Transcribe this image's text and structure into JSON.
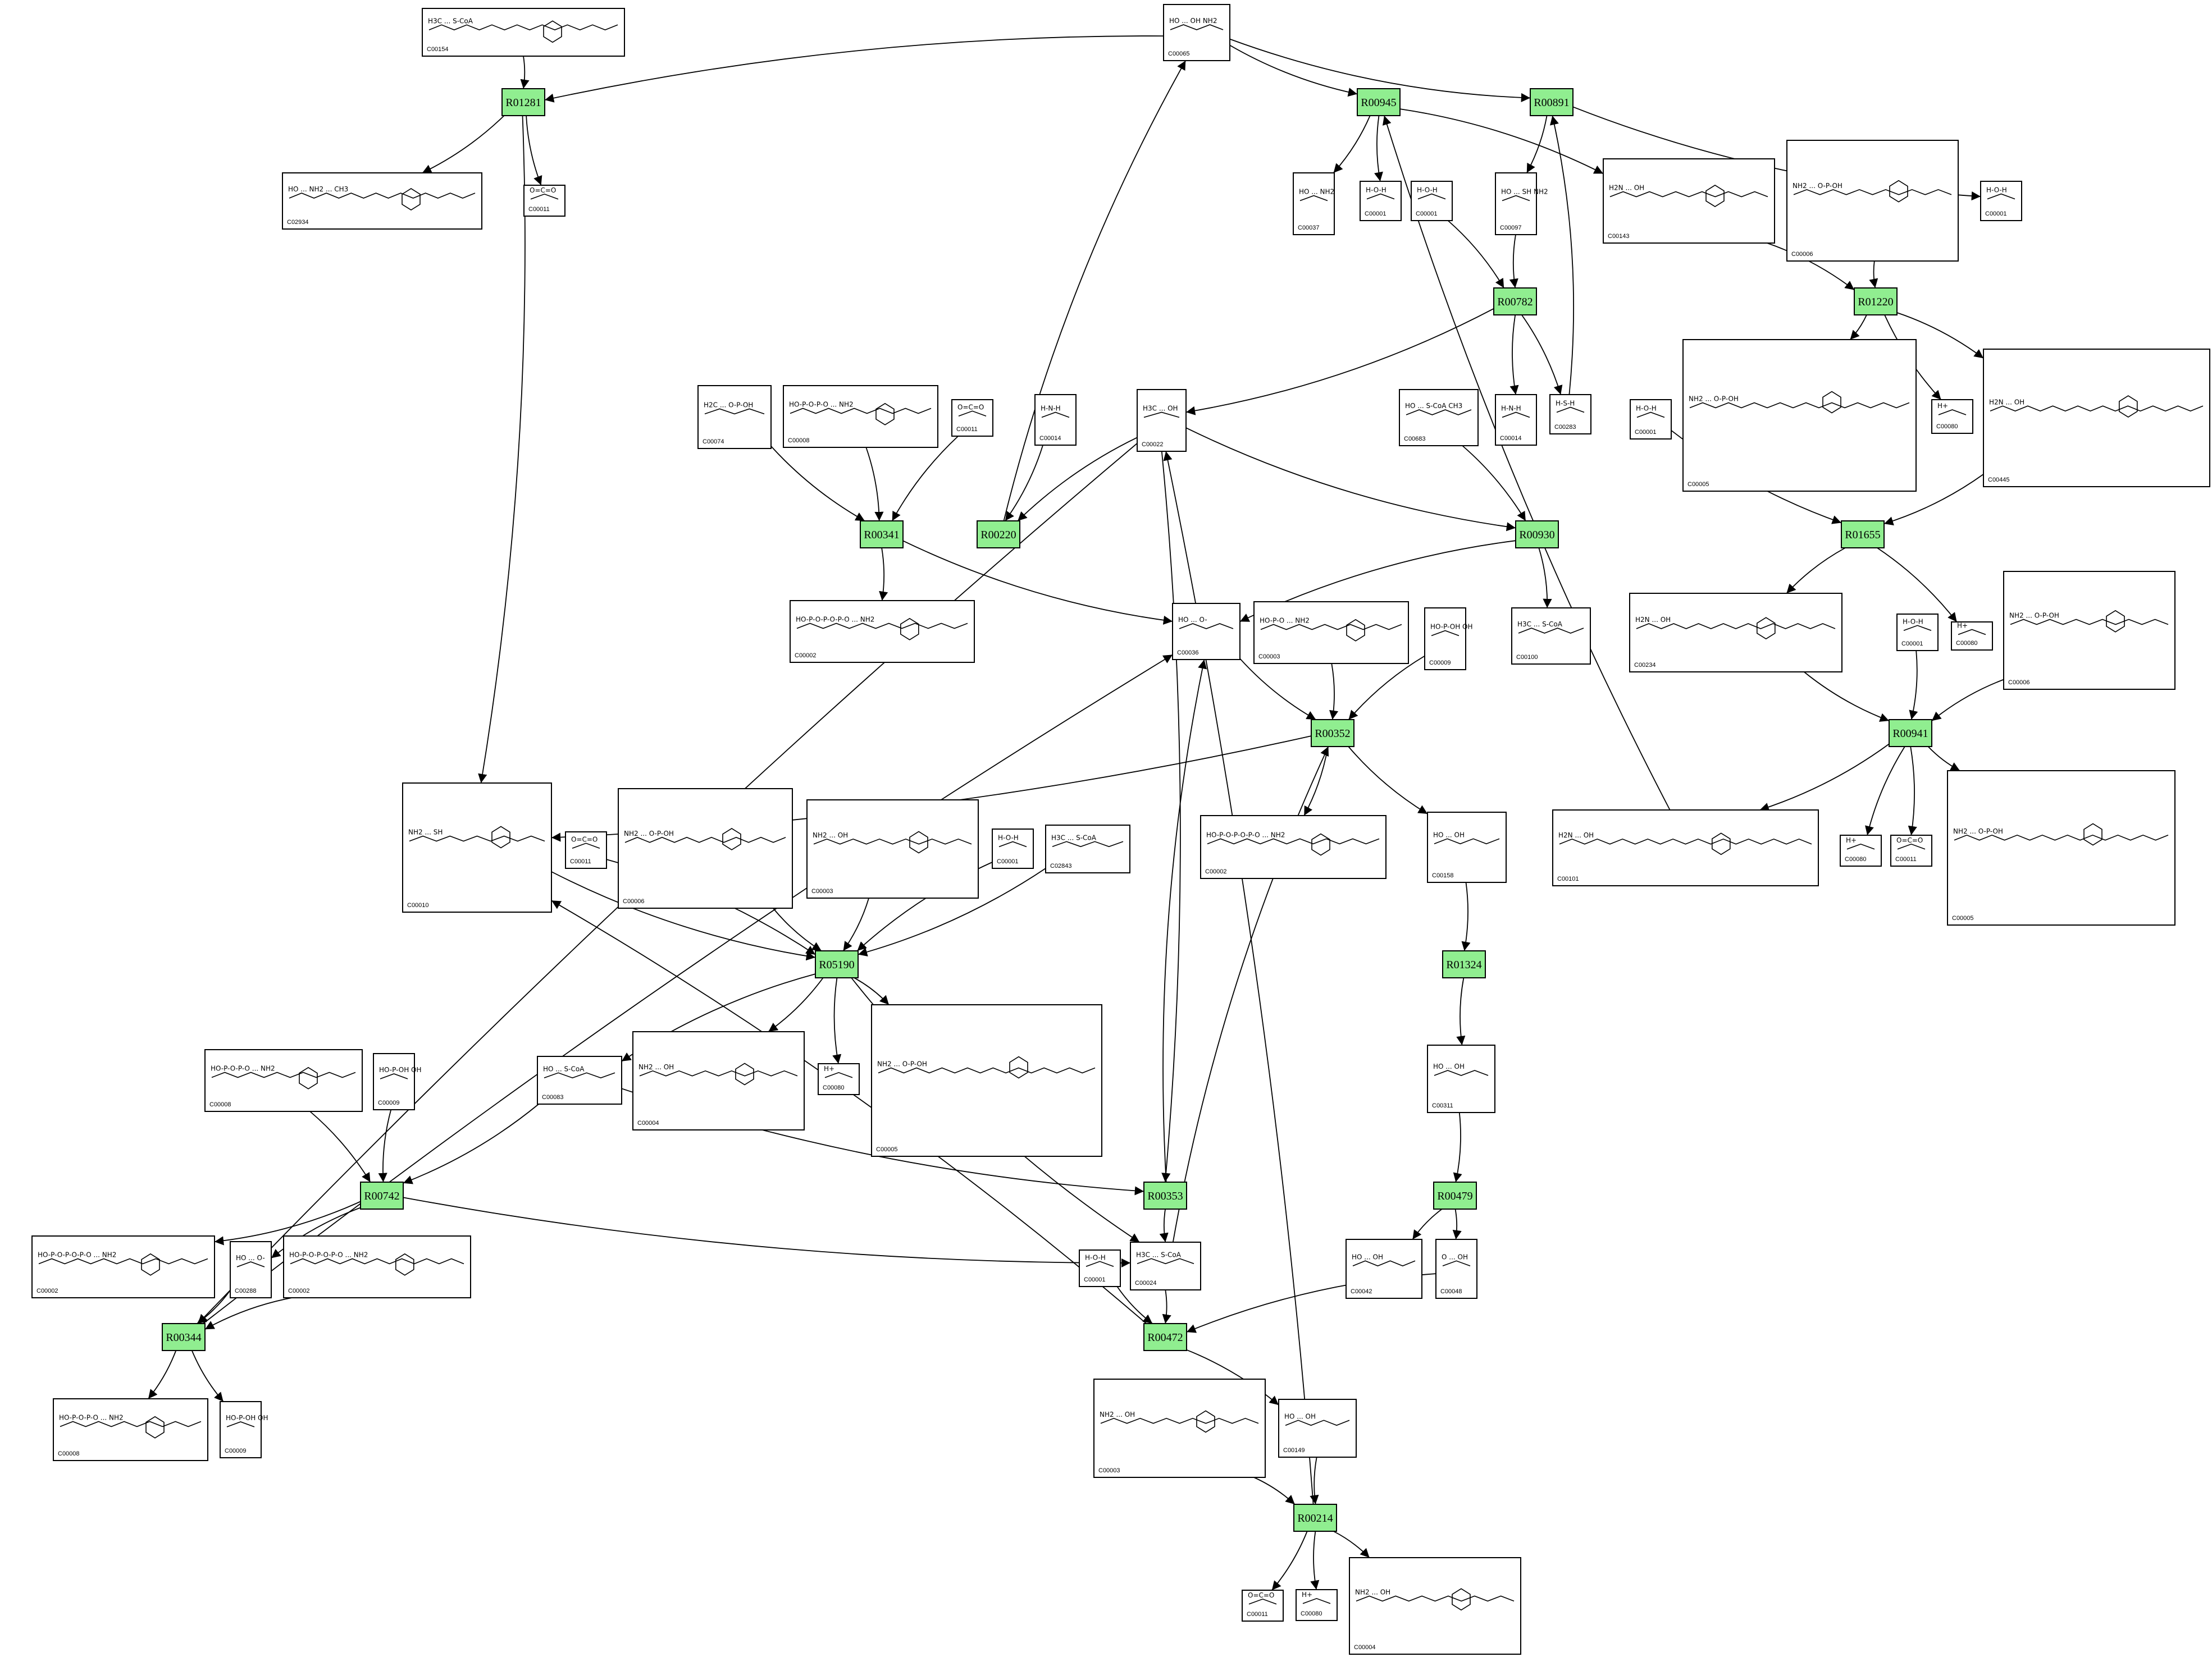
{
  "reactions": [
    {
      "id": "R01281",
      "label": "R01281"
    },
    {
      "id": "R00945",
      "label": "R00945"
    },
    {
      "id": "R00891",
      "label": "R00891"
    },
    {
      "id": "R00782",
      "label": "R00782"
    },
    {
      "id": "R01220",
      "label": "R01220"
    },
    {
      "id": "R00341",
      "label": "R00341"
    },
    {
      "id": "R00220",
      "label": "R00220"
    },
    {
      "id": "R00930",
      "label": "R00930"
    },
    {
      "id": "R01655",
      "label": "R01655"
    },
    {
      "id": "R00352",
      "label": "R00352"
    },
    {
      "id": "R00941",
      "label": "R00941"
    },
    {
      "id": "R05190",
      "label": "R05190"
    },
    {
      "id": "R01324",
      "label": "R01324"
    },
    {
      "id": "R00742",
      "label": "R00742"
    },
    {
      "id": "R00353",
      "label": "R00353"
    },
    {
      "id": "R00479",
      "label": "R00479"
    },
    {
      "id": "R00344",
      "label": "R00344"
    },
    {
      "id": "R00472",
      "label": "R00472"
    },
    {
      "id": "R00214",
      "label": "R00214"
    }
  ],
  "compounds": [
    {
      "key": "c00154",
      "label": "C00154",
      "formula": "H3C ... S-CoA"
    },
    {
      "key": "c00065",
      "label": "C00065",
      "formula": "HO ... OH  NH2"
    },
    {
      "key": "c02934",
      "label": "C02934",
      "formula": "HO ... NH2 ... CH3"
    },
    {
      "key": "c00011_a",
      "label": "C00011",
      "formula": "O=C=O"
    },
    {
      "key": "c00037",
      "label": "C00037",
      "formula": "HO ... NH2"
    },
    {
      "key": "c00001_a",
      "label": "C00001",
      "formula": "H-O-H"
    },
    {
      "key": "c00001_b",
      "label": "C00001",
      "formula": "H-O-H"
    },
    {
      "key": "c00097",
      "label": "C00097",
      "formula": "HO ... SH NH2"
    },
    {
      "key": "c00143",
      "label": "C00143",
      "formula": "H2N ... OH"
    },
    {
      "key": "c00006_a",
      "label": "C00006",
      "formula": "NH2 ... O-P-OH"
    },
    {
      "key": "c00001_c",
      "label": "C00001",
      "formula": "H-O-H"
    },
    {
      "key": "c00074",
      "label": "C00074",
      "formula": "H2C ... O-P-OH"
    },
    {
      "key": "c00008_a",
      "label": "C00008",
      "formula": "HO-P-O-P-O ... NH2"
    },
    {
      "key": "c00011_b",
      "label": "C00011",
      "formula": "O=C=O"
    },
    {
      "key": "c00014_a",
      "label": "C00014",
      "formula": "H-N-H"
    },
    {
      "key": "c00022",
      "label": "C00022",
      "formula": "H3C ... OH"
    },
    {
      "key": "c00683",
      "label": "C00683",
      "formula": "HO ... S-CoA CH3"
    },
    {
      "key": "c00014_b",
      "label": "C00014",
      "formula": "H-N-H"
    },
    {
      "key": "c00283",
      "label": "C00283",
      "formula": "H-S-H"
    },
    {
      "key": "c00005_a",
      "label": "C00005",
      "formula": "NH2 ... O-P-OH"
    },
    {
      "key": "c00080_a",
      "label": "C00080",
      "formula": "H+"
    },
    {
      "key": "c00445",
      "label": "C00445",
      "formula": "H2N ... OH"
    },
    {
      "key": "c00001_d",
      "label": "C00001",
      "formula": "H-O-H"
    },
    {
      "key": "c00002_a",
      "label": "C00002",
      "formula": "HO-P-O-P-O-P-O ... NH2"
    },
    {
      "key": "c00036",
      "label": "C00036",
      "formula": "HO ... O-"
    },
    {
      "key": "c00003_a",
      "label": "C00003",
      "formula": "HO-P-O ... NH2"
    },
    {
      "key": "c00009_a",
      "label": "C00009",
      "formula": "HO-P-OH OH"
    },
    {
      "key": "c00100",
      "label": "C00100",
      "formula": "H3C ... S-CoA"
    },
    {
      "key": "c00234",
      "label": "C00234",
      "formula": "H2N ... OH"
    },
    {
      "key": "c00001_e",
      "label": "C00001",
      "formula": "H-O-H"
    },
    {
      "key": "c00080_b",
      "label": "C00080",
      "formula": "H+"
    },
    {
      "key": "c00006_b",
      "label": "C00006",
      "formula": "NH2 ... O-P-OH"
    },
    {
      "key": "c00010",
      "label": "C00010",
      "formula": "NH2 ... SH"
    },
    {
      "key": "c00011_c",
      "label": "C00011",
      "formula": "O=C=O"
    },
    {
      "key": "c00006_c",
      "label": "C00006",
      "formula": "NH2 ... O-P-OH"
    },
    {
      "key": "c00003_b",
      "label": "C00003",
      "formula": "NH2 ... OH"
    },
    {
      "key": "c00001_f",
      "label": "C00001",
      "formula": "H-O-H"
    },
    {
      "key": "c02843",
      "label": "C02843",
      "formula": "H3C ... S-CoA"
    },
    {
      "key": "c00002_b",
      "label": "C00002",
      "formula": "HO-P-O-P-O-P-O ... NH2"
    },
    {
      "key": "c00158",
      "label": "C00158",
      "formula": "HO ... OH"
    },
    {
      "key": "c00101",
      "label": "C00101",
      "formula": "H2N ... OH"
    },
    {
      "key": "c00080_c",
      "label": "C00080",
      "formula": "H+"
    },
    {
      "key": "c00011_d",
      "label": "C00011",
      "formula": "O=C=O"
    },
    {
      "key": "c00005_b",
      "label": "C00005",
      "formula": "NH2 ... O-P-OH"
    },
    {
      "key": "c00008_b",
      "label": "C00008",
      "formula": "HO-P-O-P-O ... NH2"
    },
    {
      "key": "c00009_b",
      "label": "C00009",
      "formula": "HO-P-OH OH"
    },
    {
      "key": "c00083",
      "label": "C00083",
      "formula": "HO ... S-CoA"
    },
    {
      "key": "c00004_a",
      "label": "C00004",
      "formula": "NH2 ... OH"
    },
    {
      "key": "c00080_d",
      "label": "C00080",
      "formula": "H+"
    },
    {
      "key": "c00005_c",
      "label": "C00005",
      "formula": "NH2 ... O-P-OH"
    },
    {
      "key": "c00311",
      "label": "C00311",
      "formula": "HO ... OH"
    },
    {
      "key": "c00002_c",
      "label": "C00002",
      "formula": "HO-P-O-P-O-P-O ... NH2"
    },
    {
      "key": "c00288",
      "label": "C00288",
      "formula": "HO ... O-"
    },
    {
      "key": "c00002_d",
      "label": "C00002",
      "formula": "HO-P-O-P-O-P-O ... NH2"
    },
    {
      "key": "c00001_g",
      "label": "C00001",
      "formula": "H-O-H"
    },
    {
      "key": "c00024",
      "label": "C00024",
      "formula": "H3C ... S-CoA"
    },
    {
      "key": "c00042",
      "label": "C00042",
      "formula": "HO ... OH"
    },
    {
      "key": "c00048",
      "label": "C00048",
      "formula": "O ... OH"
    },
    {
      "key": "c00008_c",
      "label": "C00008",
      "formula": "HO-P-O-P-O ... NH2"
    },
    {
      "key": "c00009_c",
      "label": "C00009",
      "formula": "HO-P-OH OH"
    },
    {
      "key": "c00003_c",
      "label": "C00003",
      "formula": "NH2 ... OH"
    },
    {
      "key": "c00149",
      "label": "C00149",
      "formula": "HO ... OH"
    },
    {
      "key": "c00011_e",
      "label": "C00011",
      "formula": "O=C=O"
    },
    {
      "key": "c00080_e",
      "label": "C00080",
      "formula": "H+"
    },
    {
      "key": "c00004_b",
      "label": "C00004",
      "formula": "NH2 ... OH"
    }
  ],
  "edges": [
    [
      "c00154",
      "R01281"
    ],
    [
      "c00065",
      "R01281"
    ],
    [
      "R01281",
      "c02934"
    ],
    [
      "R01281",
      "c00011_a"
    ],
    [
      "R01281",
      "c00010"
    ],
    [
      "c00065",
      "R00945"
    ],
    [
      "R00945",
      "c00037"
    ],
    [
      "R00945",
      "c00001_a"
    ],
    [
      "R00945",
      "c00143"
    ],
    [
      "c00065",
      "R00891"
    ],
    [
      "R00891",
      "c00097"
    ],
    [
      "R00891",
      "c00001_c"
    ],
    [
      "c00001_b",
      "R00782"
    ],
    [
      "c00097",
      "R00782"
    ],
    [
      "R00782",
      "c00022"
    ],
    [
      "R00782",
      "c00014_b"
    ],
    [
      "R00782",
      "c00283"
    ],
    [
      "c00283",
      "R00891"
    ],
    [
      "c00143",
      "R01220"
    ],
    [
      "c00006_a",
      "R01220"
    ],
    [
      "R01220",
      "c00005_a"
    ],
    [
      "R01220",
      "c00080_a"
    ],
    [
      "R01220",
      "c00445"
    ],
    [
      "c00074",
      "R00341"
    ],
    [
      "c00008_a",
      "R00341"
    ],
    [
      "c00011_b",
      "R00341"
    ],
    [
      "R00341",
      "c00002_a"
    ],
    [
      "R00341",
      "c00036"
    ],
    [
      "c00014_a",
      "R00220"
    ],
    [
      "c00022",
      "R00220"
    ],
    [
      "R00220",
      "c00065"
    ],
    [
      "c00022",
      "R00930"
    ],
    [
      "c00683",
      "R00930"
    ],
    [
      "R00930",
      "c00036"
    ],
    [
      "R00930",
      "c00100"
    ],
    [
      "c00001_d",
      "R01655"
    ],
    [
      "c00445",
      "R01655"
    ],
    [
      "R01655",
      "c00234"
    ],
    [
      "R01655",
      "c00080_b"
    ],
    [
      "c00036",
      "R00352"
    ],
    [
      "c00003_a",
      "R00352"
    ],
    [
      "c00009_a",
      "R00352"
    ],
    [
      "R00352",
      "c00002_b"
    ],
    [
      "R00352",
      "c00158"
    ],
    [
      "R00352",
      "c00010"
    ],
    [
      "c00234",
      "R00941"
    ],
    [
      "c00001_e",
      "R00941"
    ],
    [
      "c00006_b",
      "R00941"
    ],
    [
      "R00941",
      "c00101"
    ],
    [
      "R00941",
      "c00080_c"
    ],
    [
      "R00941",
      "c00011_d"
    ],
    [
      "R00941",
      "c00005_b"
    ],
    [
      "c00101",
      "R00945"
    ],
    [
      "c00010",
      "R05190"
    ],
    [
      "c00011_c",
      "R05190"
    ],
    [
      "c00006_c",
      "R05190"
    ],
    [
      "c00003_b",
      "R05190"
    ],
    [
      "c00001_f",
      "R05190"
    ],
    [
      "c02843",
      "R05190"
    ],
    [
      "R05190",
      "c00083"
    ],
    [
      "R05190",
      "c00004_a"
    ],
    [
      "R05190",
      "c00080_d"
    ],
    [
      "R05190",
      "c00005_c"
    ],
    [
      "R05190",
      "c00024"
    ],
    [
      "c00158",
      "R01324"
    ],
    [
      "R01324",
      "c00311"
    ],
    [
      "c00008_b",
      "R00742"
    ],
    [
      "c00009_b",
      "R00742"
    ],
    [
      "c00083",
      "R00742"
    ],
    [
      "R00742",
      "c00288"
    ],
    [
      "R00742",
      "c00002_c"
    ],
    [
      "R00742",
      "c00024"
    ],
    [
      "c00022",
      "R00353"
    ],
    [
      "c00083",
      "R00353"
    ],
    [
      "R00353",
      "c00036"
    ],
    [
      "R00353",
      "c00024"
    ],
    [
      "c00311",
      "R00479"
    ],
    [
      "R00479",
      "c00042"
    ],
    [
      "R00479",
      "c00048"
    ],
    [
      "c00002_d",
      "R00344"
    ],
    [
      "c00288",
      "R00344"
    ],
    [
      "c00022",
      "R00344"
    ],
    [
      "R00344",
      "c00008_c"
    ],
    [
      "R00344",
      "c00009_c"
    ],
    [
      "R00344",
      "c00036"
    ],
    [
      "c00001_g",
      "R00472"
    ],
    [
      "c00024",
      "R00472"
    ],
    [
      "c00048",
      "R00472"
    ],
    [
      "R00472",
      "c00149"
    ],
    [
      "R00472",
      "c00010"
    ],
    [
      "c00003_c",
      "R00214"
    ],
    [
      "c00149",
      "R00214"
    ],
    [
      "R00214",
      "c00011_e"
    ],
    [
      "R00214",
      "c00080_e"
    ],
    [
      "R00214",
      "c00004_b"
    ],
    [
      "R00214",
      "c00022"
    ],
    [
      "c00024",
      "R00352"
    ]
  ]
}
